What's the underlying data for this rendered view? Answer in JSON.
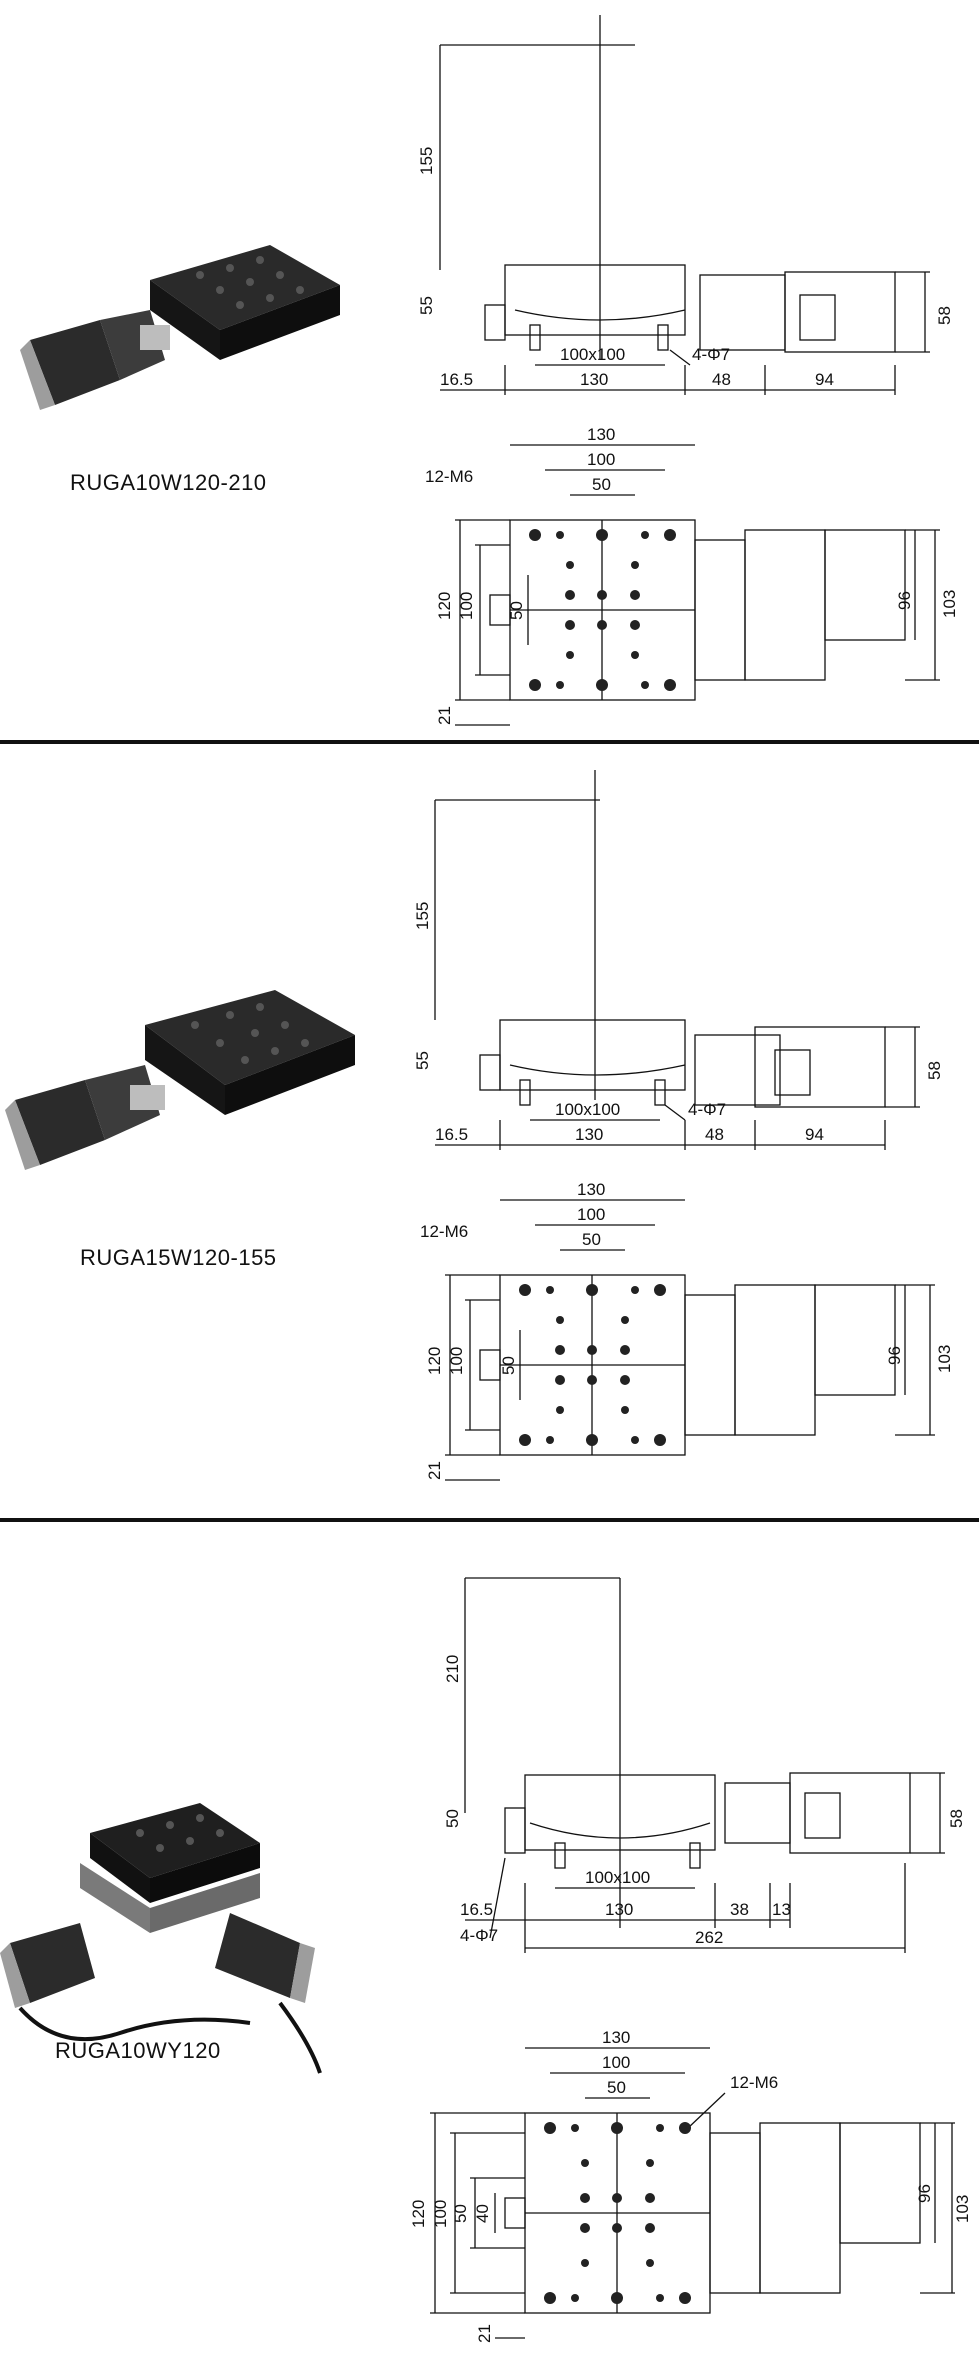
{
  "products": [
    {
      "model": "RUGA10W120-210",
      "side_dims": {
        "stroke": "155",
        "height": "55",
        "offset": "16.5",
        "width": "130",
        "gap": "48",
        "motor": "94",
        "motor_h": "58",
        "base_hole": "100x100",
        "holes": "4-Φ7"
      },
      "top_dims": {
        "w1": "130",
        "w2": "100",
        "w3": "50",
        "h1": "120",
        "h2": "100",
        "h3": "50",
        "motor_w": "96",
        "motor_h": "103",
        "offset": "21",
        "threads": "12-M6"
      }
    },
    {
      "model": "RUGA15W120-155",
      "side_dims": {
        "stroke": "155",
        "height": "55",
        "offset": "16.5",
        "width": "130",
        "gap": "48",
        "motor": "94",
        "motor_h": "58",
        "base_hole": "100x100",
        "holes": "4-Φ7"
      },
      "top_dims": {
        "w1": "130",
        "w2": "100",
        "w3": "50",
        "h1": "120",
        "h2": "100",
        "h3": "50",
        "motor_w": "96",
        "motor_h": "103",
        "offset": "21",
        "threads": "12-M6"
      }
    },
    {
      "model": "RUGA10WY120",
      "side_dims": {
        "stroke": "210",
        "height": "50",
        "offset": "16.5",
        "width": "130",
        "gap": "38",
        "gap2": "13",
        "total": "262",
        "motor_h": "58",
        "base_hole": "100x100",
        "holes": "4-Φ7"
      },
      "top_dims": {
        "w1": "130",
        "w2": "100",
        "w3": "50",
        "h1": "120",
        "h2": "100",
        "h3": "50",
        "h4": "40",
        "motor_w": "96",
        "motor_h": "103",
        "offset": "21",
        "threads": "12-M6"
      }
    }
  ],
  "colors": {
    "line": "#111111",
    "photo_dark": "#1c1c1c",
    "photo_metal": "#9a9a9a"
  }
}
